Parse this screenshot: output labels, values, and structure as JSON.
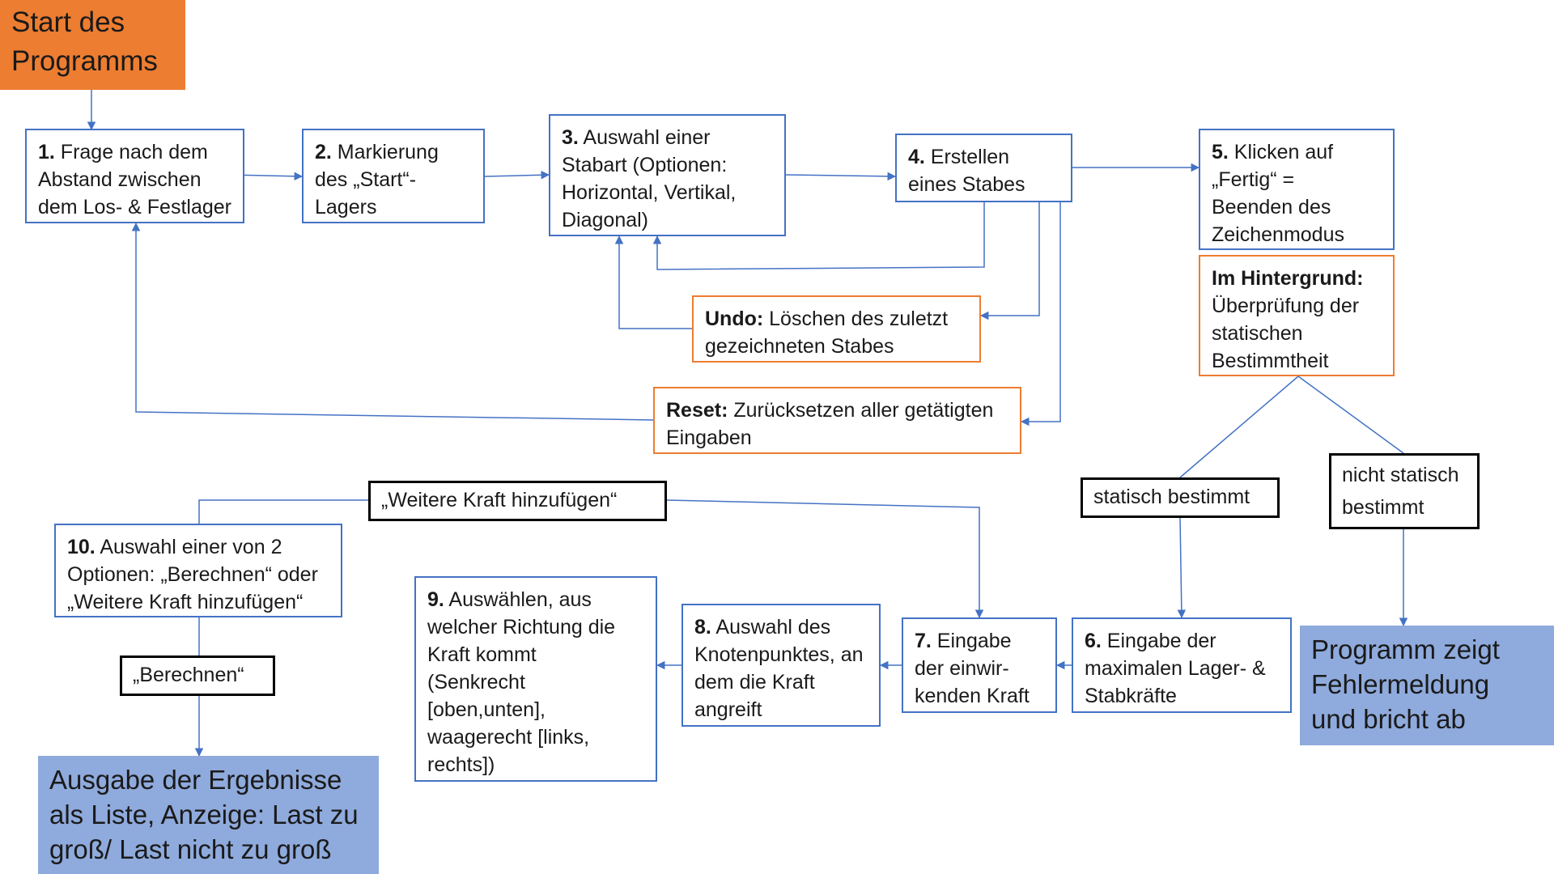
{
  "start": {
    "lines": [
      "Start des",
      "Programms"
    ]
  },
  "steps": {
    "s1": {
      "num": "1.",
      "lines": [
        " Frage nach dem",
        "Abstand zwischen",
        "dem Los- & Festlager"
      ]
    },
    "s2": {
      "num": "2.",
      "lines": [
        " Markierung",
        "des „Start“-",
        "Lagers"
      ]
    },
    "s3": {
      "num": "3.",
      "lines": [
        " Auswahl einer",
        "Stabart (Optionen:",
        "Horizontal, Vertikal,",
        "Diagonal)"
      ]
    },
    "s4": {
      "num": "4.",
      "lines": [
        " Erstellen",
        "eines Stabes"
      ]
    },
    "s5": {
      "num": "5.",
      "lines": [
        " Klicken auf",
        "„Fertig“ =",
        "Beenden des",
        "Zeichenmodus"
      ]
    },
    "s6": {
      "num": "6.",
      "lines": [
        " Eingabe der",
        "maximalen Lager- &",
        "Stabkräfte"
      ]
    },
    "s7": {
      "num": "7.",
      "lines": [
        " Eingabe",
        "der einwir-",
        "kenden Kraft"
      ]
    },
    "s8": {
      "num": "8.",
      "lines": [
        " Auswahl des",
        "Knotenpunktes, an",
        "dem die Kraft",
        "angreift"
      ]
    },
    "s9": {
      "num": "9.",
      "lines": [
        " Auswählen, aus",
        "welcher Richtung die",
        "Kraft kommt",
        "(Senkrecht",
        "[oben,unten],",
        "waagerecht [links,",
        "rechts])"
      ]
    },
    "s10": {
      "num": "10.",
      "lines": [
        " Auswahl einer von 2",
        "Optionen: „Berechnen“ oder",
        "„Weitere Kraft hinzufügen“"
      ]
    }
  },
  "undo": {
    "label": "Undo:",
    "lines": [
      " Löschen des zuletzt",
      "gezeichneten Stabes"
    ]
  },
  "reset": {
    "label": "Reset:",
    "lines": [
      " Zurücksetzen aller getätigten",
      "Eingaben"
    ]
  },
  "background_check": {
    "label": "Im Hintergrund:",
    "lines": [
      "Überprüfung der",
      "statischen",
      "Bestimmtheit"
    ]
  },
  "labels": {
    "statisch": "statisch bestimmt",
    "nicht_statisch": [
      "nicht statisch",
      "bestimmt"
    ],
    "weitere": "„Weitere Kraft hinzufügen“",
    "berechnen": "„Berechnen“"
  },
  "error": {
    "lines": [
      "Programm zeigt",
      "Fehlermeldung",
      "und bricht ab"
    ]
  },
  "output": {
    "lines": [
      "Ausgabe der Ergebnisse",
      "als Liste, Anzeige: Last zu",
      "groß/ Last nicht zu groß"
    ]
  },
  "colors": {
    "blue": "#4472c4",
    "orange": "#ed7d31",
    "fill_blue": "#8faadc",
    "black": "#000000"
  }
}
